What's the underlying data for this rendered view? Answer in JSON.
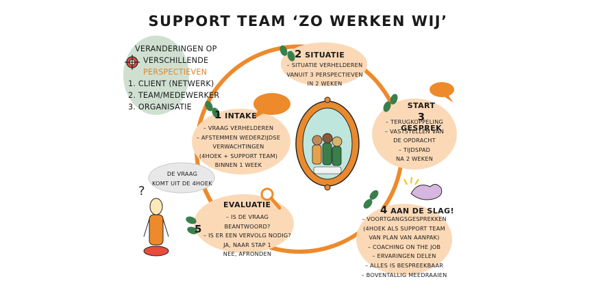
{
  "title": "SUPPORT TEAM ‘ZO WERKEN WIJ’",
  "perspectives": {
    "line1": "VERANDERINGEN OP",
    "line2": "VERSCHILLENDE",
    "line3": "PERSPECTIEVEN",
    "items": [
      "1. CLIENT (NETWERK)",
      "2. TEAM/MEDEWERKER",
      "3. ORGANISATIE"
    ]
  },
  "question_bubble": [
    "DE VRAAG",
    "KOMT UIT DE 4HOEK"
  ],
  "steps": {
    "situatie": {
      "number": "2",
      "title": "SITUATIE",
      "lines": [
        "– SITUATIE VERHELDEREN",
        "VANUIT 3 PERSPECTIEVEN",
        "IN 2 WEKEN"
      ]
    },
    "intake": {
      "number": "1",
      "title": "INTAKE",
      "lines": [
        "– VRAAG VERHELDEREN",
        "– AFSTEMMEN WEDERZIJDSE",
        "VERWACHTINGEN",
        "(4HOEK + SUPPORT TEAM)",
        "BINNEN 1 WEEK"
      ]
    },
    "start": {
      "number": "3",
      "title_line1": "START",
      "title_line2": "GESPREK",
      "lines": [
        "– TERUGKOPPELING",
        "– VASTSTELLEN VAN",
        "DE OPDRACHT",
        "– TIJDSPAD",
        "NA 2 WEKEN"
      ]
    },
    "evaluatie": {
      "number": "5",
      "title": "EVALUATIE",
      "lines": [
        "– IS DE VRAAG BEANTWOORD?",
        "– IS ER EEN VERVOLG NODIG?",
        "JA, NAAR STAP 1",
        "NEE, AFRONDEN"
      ]
    },
    "aan_de_slag": {
      "number": "4",
      "title": "AAN DE SLAG!",
      "lines": [
        "– VOORTGANGSGESPREKKEN",
        "(4HOEK ALS SUPPORT TEAM",
        "VAN PLAN VAN AANPAK)",
        "– COACHING ON THE JOB",
        "– ERVARINGEN DELEN",
        "– ALLES IS BESPREEKBAAR",
        "– BOVENTALLIG MEEDRAAIEN"
      ]
    }
  },
  "colors": {
    "orange": "#ed8a2c",
    "peach": "#fbd9b7",
    "green": "#3a7f4b",
    "sage": "#cfe0d1",
    "grey_bubble": "#e8e8e8",
    "frame": "#e98a2e"
  }
}
